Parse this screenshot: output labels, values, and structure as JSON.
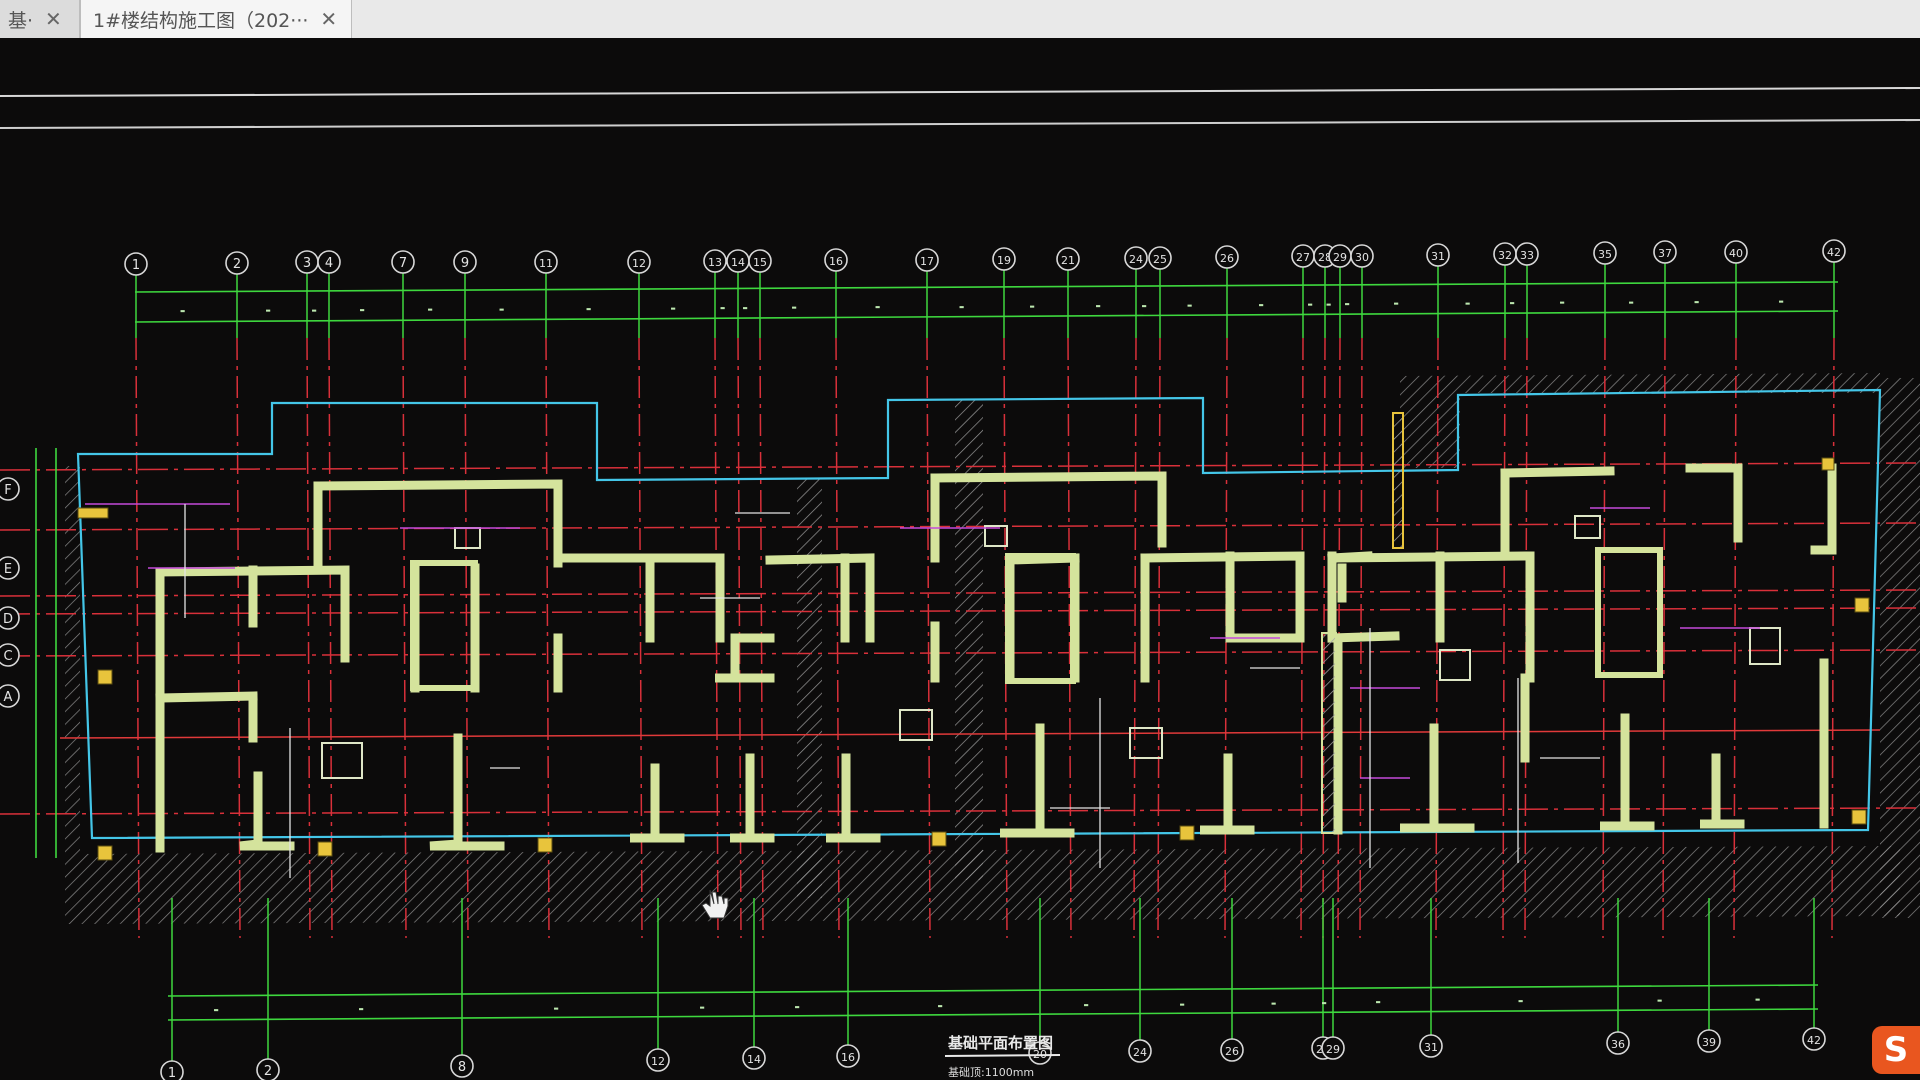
{
  "tabs": [
    {
      "label": "基·",
      "close_icon": "close-icon"
    },
    {
      "label": "1#楼结构施工图（202···",
      "close_icon": "close-icon"
    }
  ],
  "drawing": {
    "top_axes": [
      "1",
      "2",
      "3",
      "4",
      "7",
      "9",
      "11",
      "12",
      "13",
      "14",
      "15",
      "16",
      "17",
      "19",
      "21",
      "24",
      "25",
      "26",
      "27",
      "28",
      "29",
      "30",
      "31",
      "32",
      "33",
      "35",
      "37",
      "40",
      "42"
    ],
    "bottom_axes": [
      "1",
      "2",
      "8",
      "12",
      "14",
      "16",
      "20",
      "24",
      "26",
      "28",
      "29",
      "31",
      "36",
      "39",
      "42"
    ],
    "left_axes": [
      "F",
      "E",
      "D",
      "C",
      "A"
    ],
    "title": "基础平面布置图",
    "subtitle": "基础顶:1100mm"
  },
  "colors": {
    "background": "#0c0b0b",
    "axis_green": "#3ed83e",
    "axis_red": "#e0323a",
    "wall": "#d8e6a4",
    "outline_cyan": "#44c6e8",
    "hatch": "#b9b9b9",
    "annotation_magenta": "#c34ad9",
    "accent_yellow": "#e8c43c"
  },
  "ime_logo": "S"
}
